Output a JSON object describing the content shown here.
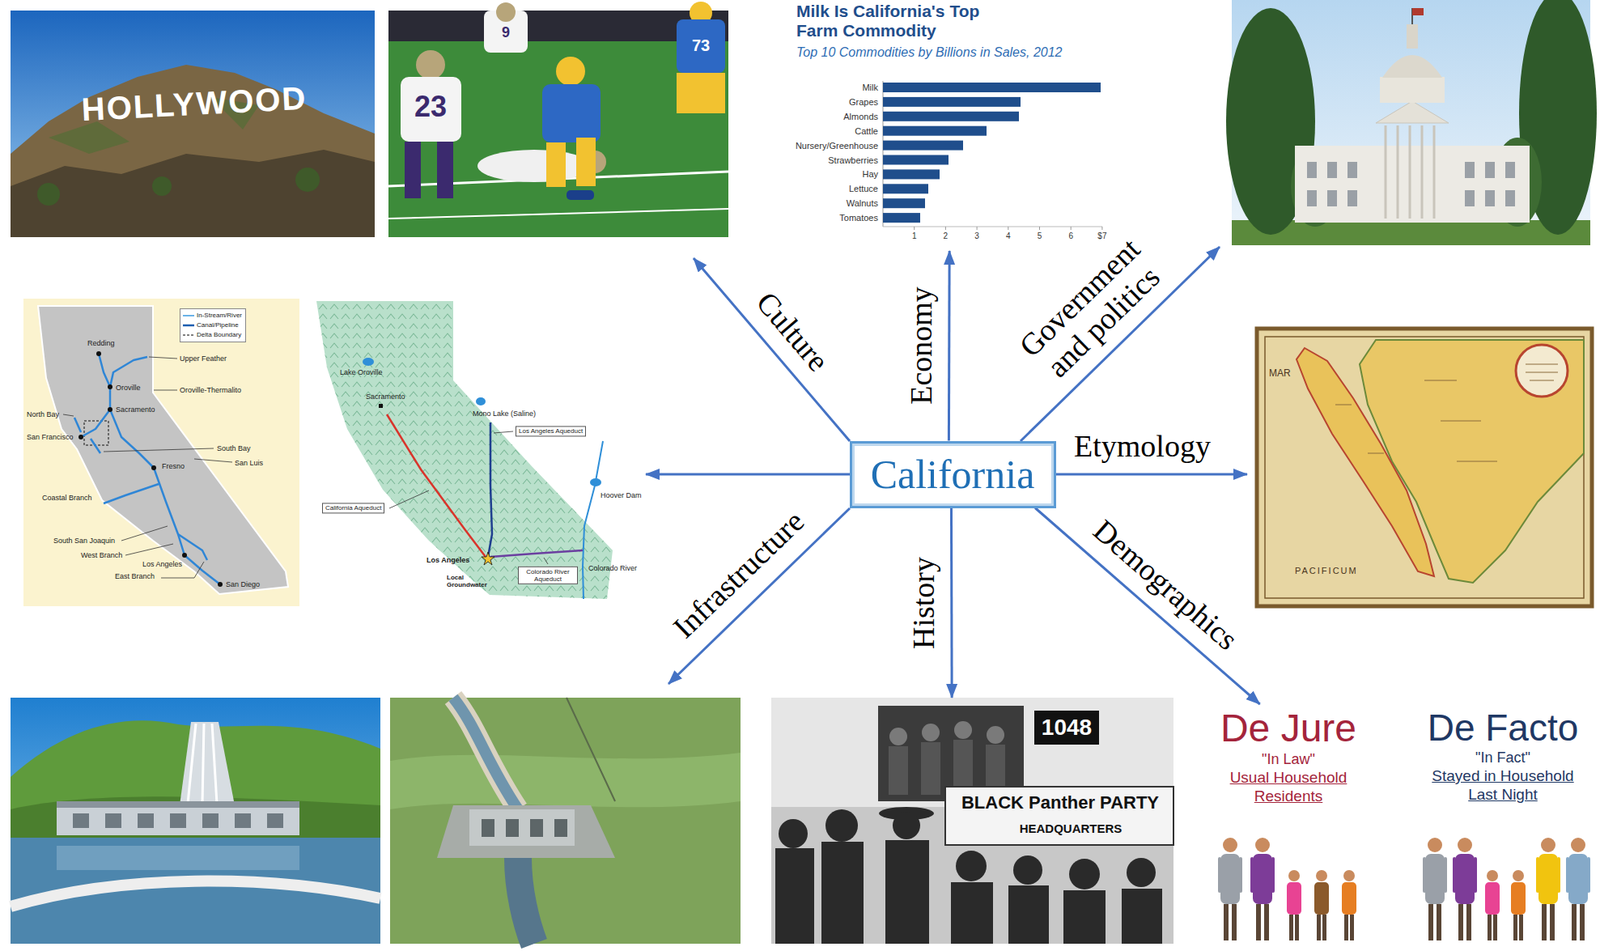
{
  "diagram": {
    "nodes": [
      {
        "text": [
          "Milk Is California's Top Farm Commodity",
          "Top 10 Commodities by Billions in Sales, 2012"
        ]
      },
      {
        "text": [
          "California"
        ]
      },
      {
        "text": [
          "1048",
          "BLACK Panther PARTY",
          "HEADQUARTERS"
        ]
      },
      {
        "text": [
          "De Jure",
          "\"In Law\"",
          "Usual Household Residents"
        ]
      },
      {
        "text": [
          "De Facto",
          "\"In Fact\"",
          "Stayed in Household Last Night"
        ]
      }
    ],
    "edges": [
      {
        "from": 1,
        "to": 0,
        "label": "Economy",
        "arrow": "to"
      },
      {
        "from": 1,
        "to": 2,
        "label": "History",
        "arrow": "to"
      },
      {
        "from": 1,
        "to": 3,
        "label": "Demographics",
        "arrow": "to"
      }
    ],
    "labels": [
      "HOLLYWOOD",
      "9",
      "73",
      "23",
      "Milk",
      "Grapes",
      "Almonds",
      "Cattle",
      "Nursery/Greenhouse",
      "Strawberries",
      "Hay",
      "Lettuce",
      "Walnuts",
      "Tomatoes",
      "1",
      "2",
      "3",
      "4",
      "5",
      "6",
      "$7",
      "Culture",
      "Government and politics",
      "Redding",
      "Upper Feather",
      "Oroville",
      "Oroville-Thermalito",
      "Sacramento",
      "North Bay",
      "San Francisco",
      "South Bay",
      "San Luis",
      "Fresno",
      "Coastal Branch",
      "South San Joaquin",
      "West Branch",
      "Los Angeles",
      "East Branch",
      "San Diego",
      "Lake Oroville",
      "Sacramento",
      "Mono Lake (Saline)",
      "Los Angeles Aqueduct",
      "Hoover Dam",
      "California Aqueduct",
      "Los Angeles",
      "Local Groundwater",
      "Colorado River Aqueduct",
      "Colorado River",
      "Etymology",
      "MAR",
      "PACIFICUM",
      "Infrastructure"
    ],
    "legend": [
      {
        "text": "In-Stream/River"
      },
      {
        "text": "Canal/Pipeline"
      },
      {
        "text": "Delta Boundary"
      }
    ]
  }
}
